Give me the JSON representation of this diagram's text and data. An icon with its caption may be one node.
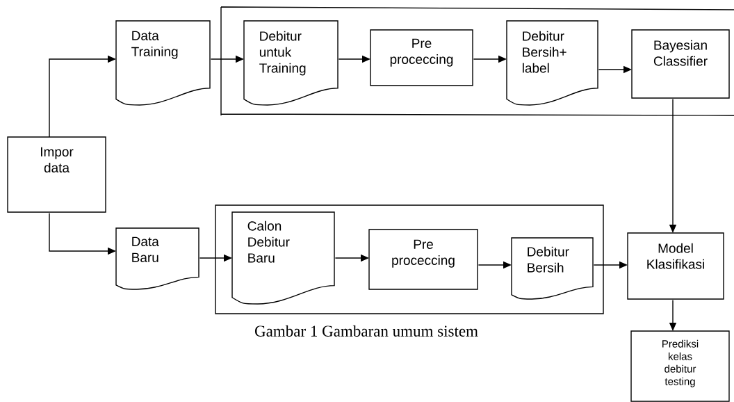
{
  "diagram": {
    "caption": "Gambar 1 Gambaran umum sistem",
    "nodes": [
      {
        "text": [
          "Impor data"
        ]
      },
      {
        "text": [
          "Data Training"
        ]
      },
      {
        "text": [],
        "shape": "box"
      },
      {
        "text": [
          "Debitur untuk Training"
        ],
        "in": 2
      },
      {
        "text": [
          "Pre proceccing"
        ],
        "in": 2
      },
      {
        "text": [
          "Debitur Bersih+ label"
        ],
        "in": 2
      },
      {
        "text": [
          "Bayesian Classifier"
        ],
        "in": 2
      },
      {
        "text": [],
        "shape": "box"
      },
      {
        "text": [
          "Data Baru"
        ]
      },
      {
        "text": [
          "Calon Debitur Baru"
        ],
        "in": 7
      },
      {
        "text": [
          "Pre proceccing"
        ],
        "in": 7
      },
      {
        "text": [
          "Debitur Bersih"
        ],
        "in": 7
      },
      {
        "text": [
          "Model Klasifikasi"
        ]
      },
      {
        "text": [
          "Prediksi kelas debitur testing"
        ]
      }
    ],
    "edges": [
      {
        "from": 0,
        "to": 1,
        "arrow": "to"
      },
      {
        "from": 1,
        "to": 3,
        "arrow": "to"
      },
      {
        "from": 3,
        "to": 4,
        "arrow": "to"
      },
      {
        "from": 4,
        "to": 5,
        "arrow": "to"
      },
      {
        "from": 5,
        "to": 6,
        "arrow": "to"
      },
      {
        "from": 6,
        "to": 12,
        "arrow": "to"
      },
      {
        "from": 0,
        "to": 8,
        "arrow": "to"
      },
      {
        "from": 8,
        "to": 9,
        "arrow": "to"
      },
      {
        "from": 9,
        "to": 10,
        "arrow": "to"
      },
      {
        "from": 10,
        "to": 11,
        "arrow": "to"
      },
      {
        "from": 11,
        "to": 12,
        "arrow": "to"
      },
      {
        "from": 12,
        "to": 13,
        "arrow": "to"
      }
    ]
  }
}
